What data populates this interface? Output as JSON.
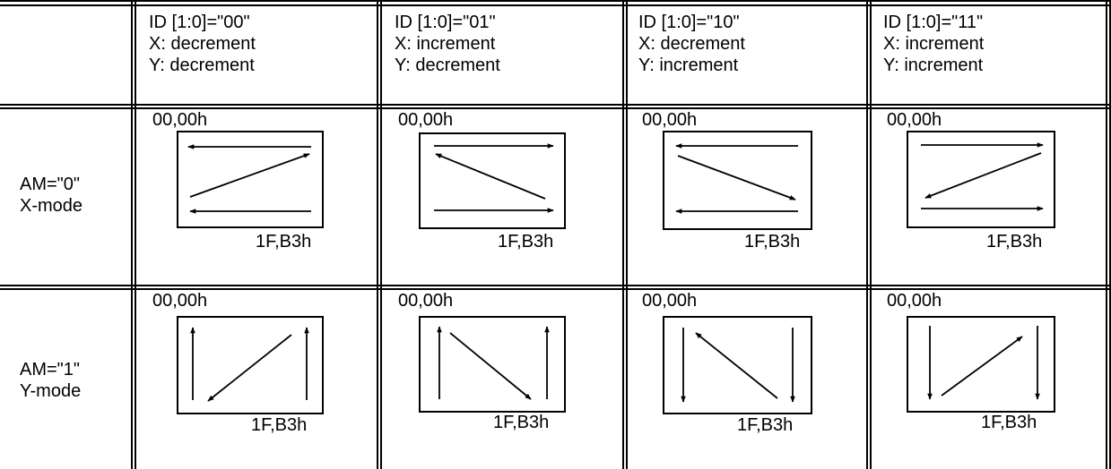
{
  "header": [
    {
      "id": "ID [1:0]=\"00\"",
      "x": "X: decrement",
      "y": "Y: decrement"
    },
    {
      "id": "ID [1:0]=\"01\"",
      "x": "X: increment",
      "y": "Y: decrement"
    },
    {
      "id": "ID [1:0]=\"10\"",
      "x": "X: decrement",
      "y": "Y: increment"
    },
    {
      "id": "ID [1:0]=\"11\"",
      "x": "X: increment",
      "y": "Y: increment"
    }
  ],
  "rows": [
    {
      "am": "AM=\"0\"",
      "mode": "X-mode"
    },
    {
      "am": "AM=\"1\"",
      "mode": "Y-mode"
    }
  ],
  "origin_label": "00,00h",
  "end_label": "1F,B3h"
}
